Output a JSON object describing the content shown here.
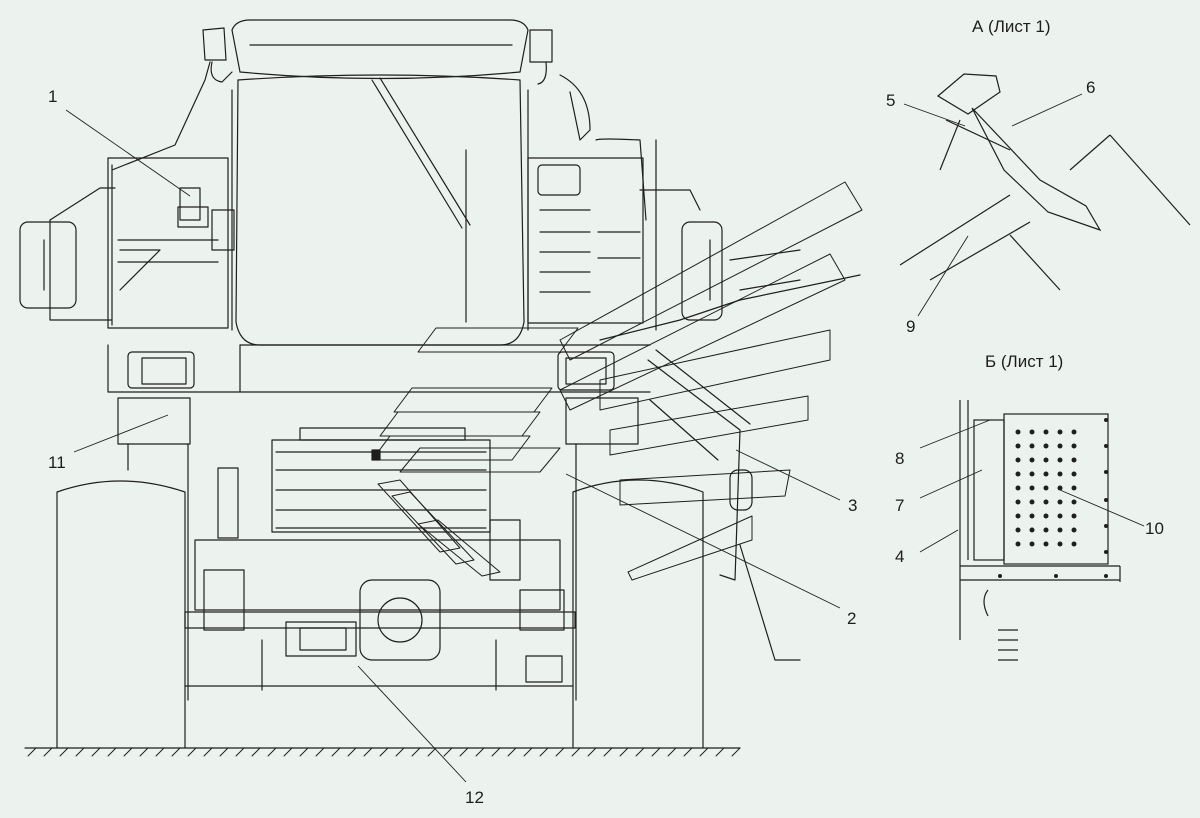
{
  "views": {
    "a_title": "А (Лист 1)",
    "b_title": "Б (Лист 1)"
  },
  "callouts": {
    "c1": "1",
    "c2": "2",
    "c3": "3",
    "c4": "4",
    "c5": "5",
    "c6": "6",
    "c7": "7",
    "c8": "8",
    "c9": "9",
    "c10": "10",
    "c11": "11",
    "c12": "12"
  },
  "colors": {
    "background": "#ecf3ee",
    "line": "#1f1f1f",
    "hatch": "#2a2a2a"
  }
}
